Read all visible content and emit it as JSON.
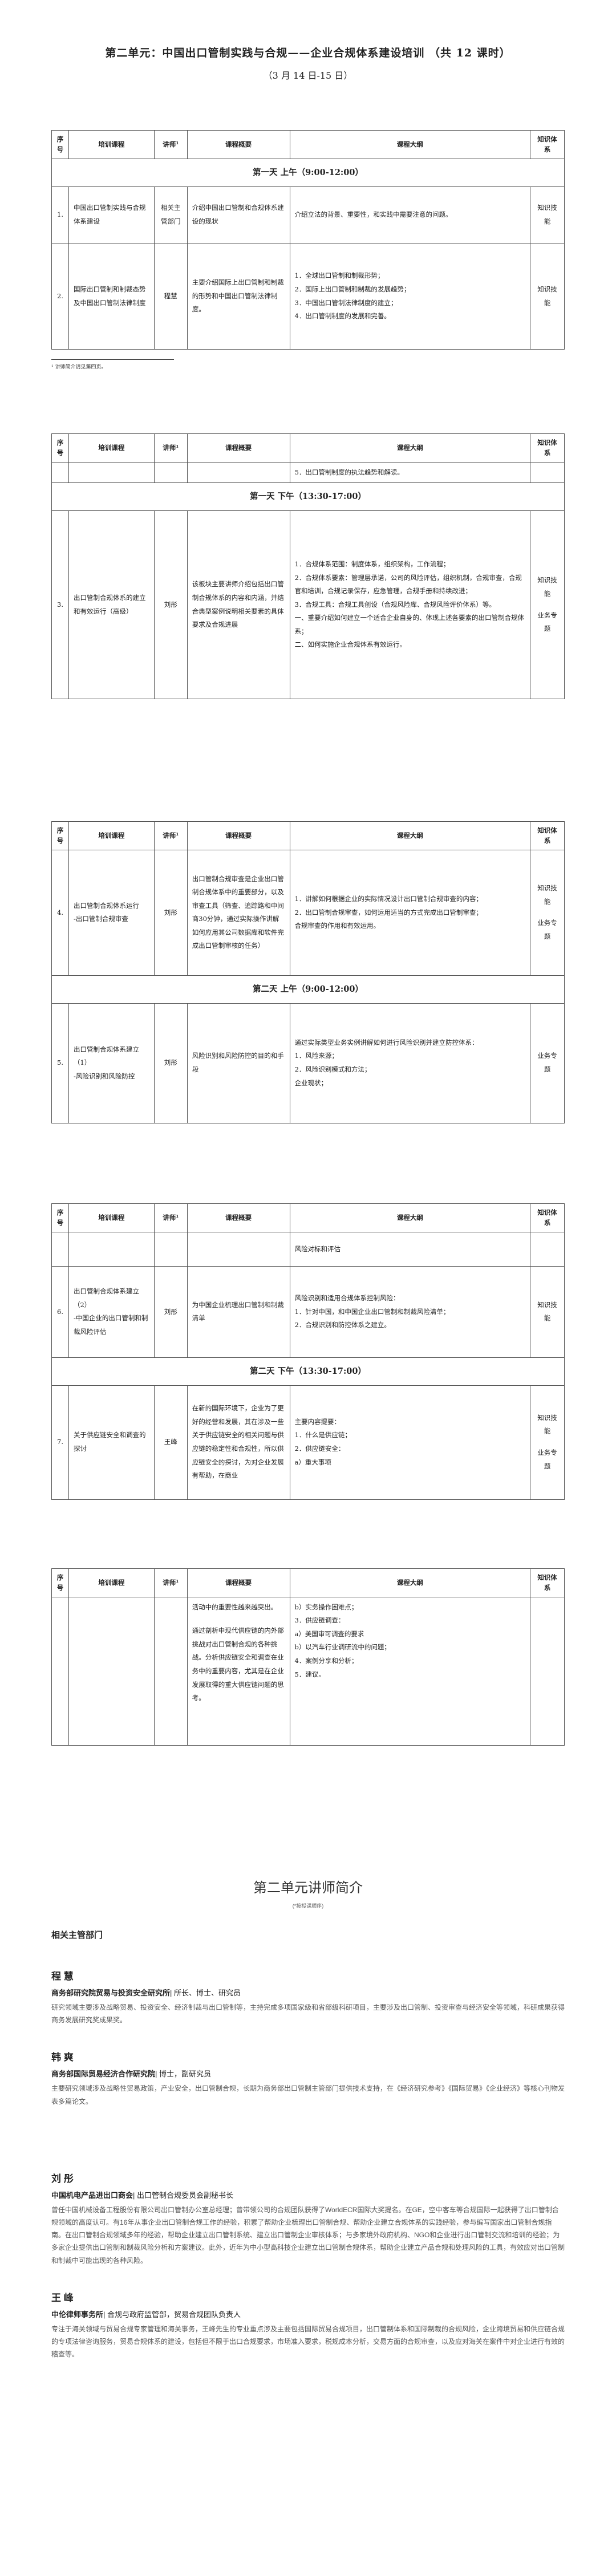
{
  "header": {
    "title": "第二单元：中国出口管制实践与合规——企业合规体系建设培训 （共 12 课时）",
    "dates": "（3 月 14 日-15 日）"
  },
  "cols": {
    "no": "序号",
    "topic": "培训课程",
    "lecturer": "讲师¹",
    "overview": "课程概要",
    "outline": "课程大纲",
    "type": "知识体系"
  },
  "days": {
    "d1am": "第一天 上午（9:00-12:00）",
    "d1pm": "第一天 下午（13:30-17:00）",
    "d2am": "第二天 上午（9:00-12:00）",
    "d2pm": "第二天 下午（13:30-17:00）"
  },
  "rows": {
    "r1": {
      "no": "1.",
      "topic": "中国出口管制实践与合规体系建设",
      "lecturer": "相关主管部门",
      "overview": "介绍中国出口管制和合规体系建设的现状",
      "outline": "介绍立法的背景、重要性，和实践中需要注意的问题。",
      "type": "知识技能"
    },
    "r2": {
      "no": "2.",
      "topic": "国际出口管制和制裁态势及中国出口管制法律制度",
      "lecturer": "程慧",
      "overview": "主要介绍国际上出口管制和制裁的形势和中国出口管制法律制度。",
      "o1": "1．全球出口管制和制裁形势；",
      "o2": "2．国际上出口管制和制裁的发展趋势；",
      "o3": "3．中国出口管制法律制度的建立；",
      "o4": "4．出口管制制度的发展和完善。",
      "type": "知识技能"
    },
    "r2c": {
      "o5": "5．出口管制制度的执法趋势和解读。"
    },
    "r3": {
      "no": "3.",
      "topic": "出口管制合规体系的建立和有效运行（高级）",
      "lecturer": "刘彤",
      "overview": "该板块主要讲师介绍包括出口管制合规体系的内容和内涵，并结合典型案例说明相关要素的具体要求及合规进展",
      "o1": "1．合规体系范围：制度体系，组织架构，工作流程；",
      "o2": "2．合规体系要素：管理层承诺，公司的风险评估，组织机制，合规审查，合规官和培训，合规记录保存，应急管理，合规手册和持续改进；",
      "o3": "3．合规工具：合规工具创设（合规风险库、合规风险评价体系）等。",
      "o4": "一、重要介绍如何建立一个适合企业自身的、体现上述各要素的出口管制合规体系；",
      "o5": "二、如何实施企业合规体系有效运行。",
      "type1": "知识技能",
      "type2": "业务专题"
    },
    "r4": {
      "no": "4.",
      "topic1": "出口管制合规体系运行",
      "topic2": "-出口管制合规审查",
      "lecturer": "刘彤",
      "overview": "出口管制合规审查是企业出口管制合规体系中的重要部分，以及审查工具（筛查、追踪路和中间商30分钟，通过实际操作讲解如何应用其公司数据库和软件完成出口管制审核的任务）",
      "o1": "1．讲解如何根据企业的实际情况设计出口管制合规审查的内容；",
      "o2": "2．出口管制合规审查，如何运用适当的方式完成出口管制审查；",
      "o3": "合规审查的作用和有效运用。",
      "type1": "知识技能",
      "type2": "业务专题"
    },
    "r5": {
      "no": "5.",
      "topic1": "出口管制合规体系建立（1）",
      "topic2": "-风险识别和风险防控",
      "lecturer": "刘彤",
      "overview": "风险识别和风险防控的目的和手段",
      "o0": "通过实际类型业务实例讲解如何进行风险识别并建立防控体系：",
      "o1": "1．风险来源；",
      "o2": "2．风险识别模式和方法；",
      "o3": "企业现状；",
      "type1": "业务专题"
    },
    "r6": {
      "no": "6.",
      "topic1": "出口管制合规体系建立（2）",
      "topic2": "-中国企业的出口管制和制裁风险评估",
      "lecturer": "刘彤",
      "overview": "为中国企业梳理出口管制和制裁清单",
      "o0": "风险对标和评估",
      "o1": "风险识别和适用合规体系控制风险：",
      "o2": "1．针对中国，和中国企业出口管制和制裁风险清单；",
      "o3": "2．合规识别和防控体系之建立。",
      "type1": "知识技能"
    },
    "r7": {
      "no": "7.",
      "topic": "关于供应链安全和调查的探讨",
      "lecturer": "王峰",
      "overview": "在新的国际环境下，企业为了更好的经营和发展，其在涉及一些关于供应链安全的相关问题与供应链的稳定性和合规性，所以供应链安全的探讨，为对企业发展有帮助，在商业",
      "o1": "主要内容提要：",
      "o2": "1．什么是供应链；",
      "o3": "2．供应链安全：",
      "o4": "a）重大事项",
      "type1": "知识技能",
      "type2": "业务专题"
    },
    "r7c": {
      "ov1": "活动中的重要性越来越突出。",
      "ov2": "通过剖析中现代供应链的内外部挑战对出口管制合规的各种挑战。分析供应链安全和调查在业务中的重要内容，尤其是在企业发展取得的重大供应链问题的思考。",
      "o1": "b）实务操作困难点；",
      "o2": "3．供应链调查：",
      "o3": "a）美国审可调查的要求",
      "o4": "b）以汽车行业调研流中的问题；",
      "o5": "4．案例分享和分析；",
      "o6": "5．建议。"
    }
  },
  "footnote": "¹ 讲师简介请见第四页。",
  "bios": {
    "heading": "第二单元讲师简介",
    "note": "(*按授课顺序)",
    "category": "相关主管部门",
    "p1": {
      "name": "程 慧",
      "org": "商务部研究院贸易与投资安全研究所",
      "role": "| 所长、博士、研究员",
      "desc": "研究领域主要涉及战略贸易、投资安全、经济制裁与出口管制等，主持完成多项国家级和省部级科研项目，主要涉及出口管制、投资审查与经济安全等领域，科研成果获得商务发展研究奖成果奖。"
    },
    "p2": {
      "name": "韩 爽",
      "org": "商务部国际贸易经济合作研究院",
      "role": "| 博士，副研究员",
      "desc": "主要研究领域涉及战略性贸易政策，产业安全，出口管制合规，长期为商务部出口管制主管部门提供技术支持，在《经济研究参考》《国际贸易》《企业经济》等核心刊物发表多篇论文。"
    },
    "p3": {
      "name": "刘 彤",
      "org": "中国机电产品进出口商会",
      "role": "| 出口管制合规委员会副秘书长",
      "desc": "曾任中国机械设备工程股份有限公司出口管制办公室总经理；曾带领公司的合规团队获得了WorldECR国际大奖提名。在GE，空中客车等合规国际一起获得了出口管制合规领域的高度认可。有16年从事企业出口管制合规工作的经验，积累了帮助企业梳理出口管制合规、帮助企业建立合规体系的实践经验，参与编写国家出口管制合规指南。在出口管制合规领域多年的经验，帮助企业建立出口管制系统、建立出口管制企业审核体系；与多家境外政府机构、NGO和企业进行出口管制交流和培训的经验；为多家企业提供出口管制和制裁风险分析和方案建议。此外，近年为中小型高科技企业建立出口管制合规体系，帮助企业建立产品合规和处理风险的工具，有效应对出口管制和制裁中可能出现的各种风险。"
    },
    "p4": {
      "name": "王 峰",
      "org": "中伦律师事务所",
      "role": "| 合规与政府监管部，贸易合规团队负责人",
      "desc": "专注于海关领域与贸易合规专家管理和海关事务，王峰先生的专业重点涉及主要包括国际贸易合规项目，出口管制体系和国际制裁的合规风险，企业跨境贸易和供应链合规的专项法律咨询服务，贸易合规体系的建设，包括但不限于出口合规要求，市场准入要求，税规成本分析，交易方面的合规审查，以及应对海关在案件中对企业进行有效的稽查等。"
    }
  }
}
